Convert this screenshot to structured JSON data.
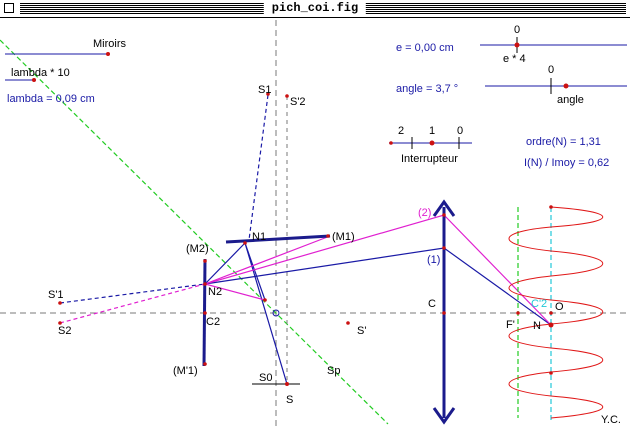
{
  "window": {
    "title": "pich_coi.fig"
  },
  "controls": {
    "miroirs": "Miroirs",
    "lambda_x10": "lambda * 10",
    "lambda_value": "lambda = 0,09 cm",
    "e_value": "e = 0,00 cm",
    "e_tick": "0",
    "e_label": "e * 4",
    "angle_value": "angle = 3,7 °",
    "angle_tick": "0",
    "angle_label": "angle",
    "interrupteur_ticks": [
      "2",
      "1",
      "0"
    ],
    "interrupteur_label": "Interrupteur",
    "ordre": "ordre(N) = 1,31",
    "intensity": "I(N) / Imoy = 0,62"
  },
  "labels": {
    "S1": "S1",
    "S2prime": "S'2",
    "S1prime": "S'1",
    "S2": "S2",
    "M2": "(M2)",
    "M1": "(M1)",
    "M1prime": "(M'1)",
    "N1": "N1",
    "N2": "N2",
    "C2": "C2",
    "S0": "S0",
    "S": "S",
    "Sp": "Sp",
    "Sprime": "S'",
    "C": "C",
    "ray1": "(1)",
    "ray2": "(2)",
    "Fprime": "F'",
    "N": "N",
    "C2prime": "C'2",
    "O": "O",
    "credit": "Y.C."
  },
  "colors": {
    "blue": "#1a1aa6",
    "magenta": "#e020d0",
    "green": "#22cc22",
    "cyan": "#22c8d8",
    "red": "#e01818",
    "darkred": "#cc1111",
    "navy": "#1b1b8c",
    "gray": "#7a7a7a"
  }
}
